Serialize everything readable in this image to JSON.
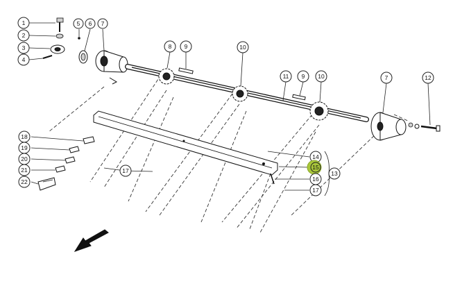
{
  "callouts": {
    "c1": "1",
    "c2": "2",
    "c3": "3",
    "c4": "4",
    "c5": "5",
    "c6": "6",
    "c7a": "7",
    "c7b": "7",
    "c8": "8",
    "c9a": "9",
    "c9b": "9",
    "c10a": "10",
    "c10b": "10",
    "c11": "11",
    "c12": "12",
    "c13": "13",
    "c14": "14",
    "c15": "15",
    "c16": "16",
    "c17a": "17",
    "c17b": "17",
    "c18": "18",
    "c19": "19",
    "c20": "20",
    "c21": "21",
    "c22": "22"
  },
  "highlight": {
    "callout": "15",
    "color": "#a9c63a"
  },
  "icons": {
    "direction": "travel-direction-arrow-icon"
  }
}
